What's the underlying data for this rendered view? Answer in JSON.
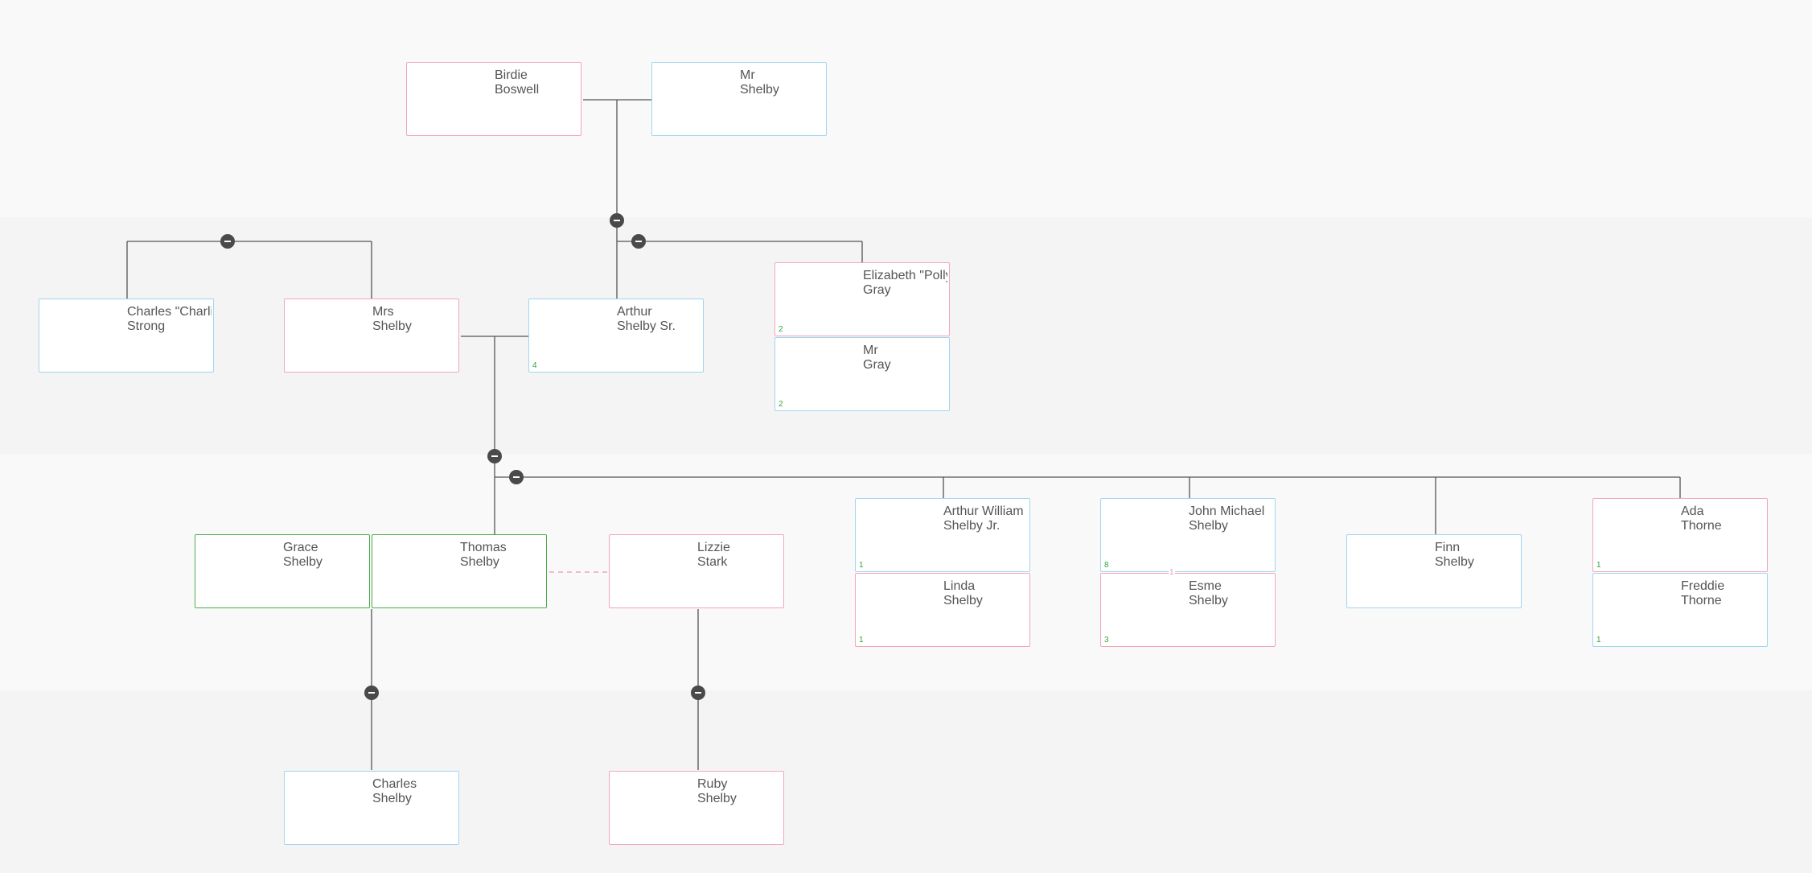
{
  "tree": {
    "people": [
      {
        "id": "birdie-boswell",
        "name": "Birdie\nBoswell",
        "gender": "female",
        "badge": ""
      },
      {
        "id": "mr-shelby",
        "name": "Mr\nShelby",
        "gender": "male",
        "badge": ""
      },
      {
        "id": "charles-strong",
        "name": "Charles \"Charlie\nStrong",
        "gender": "male",
        "badge": ""
      },
      {
        "id": "mrs-shelby",
        "name": "Mrs\nShelby",
        "gender": "female",
        "badge": ""
      },
      {
        "id": "arthur-shelby-sr",
        "name": "Arthur\nShelby Sr.",
        "gender": "male",
        "badge": "4"
      },
      {
        "id": "polly-gray",
        "name": "Elizabeth \"Polly\nGray",
        "gender": "female",
        "badge": "2"
      },
      {
        "id": "mr-gray",
        "name": "Mr\nGray",
        "gender": "male",
        "badge": "2"
      },
      {
        "id": "grace-shelby",
        "name": "Grace\nShelby",
        "gender": "green",
        "badge": ""
      },
      {
        "id": "thomas-shelby",
        "name": "Thomas\nShelby",
        "gender": "green",
        "badge": ""
      },
      {
        "id": "lizzie-stark",
        "name": "Lizzie\nStark",
        "gender": "female",
        "badge": ""
      },
      {
        "id": "arthur-william-shelby-jr",
        "name": "Arthur William\nShelby Jr.",
        "gender": "male",
        "badge": "1"
      },
      {
        "id": "linda-shelby",
        "name": "Linda\nShelby",
        "gender": "female",
        "badge": "1"
      },
      {
        "id": "john-michael-shelby",
        "name": "John Michael\nShelby",
        "gender": "male",
        "badge": "8"
      },
      {
        "id": "esme-shelby",
        "name": "Esme\nShelby",
        "gender": "female",
        "badge": "3",
        "top_badge": "1"
      },
      {
        "id": "finn-shelby",
        "name": "Finn\nShelby",
        "gender": "male",
        "badge": ""
      },
      {
        "id": "ada-thorne",
        "name": "Ada\nThorne",
        "gender": "female",
        "badge": "1"
      },
      {
        "id": "freddie-thorne",
        "name": "Freddie\nThorne",
        "gender": "male",
        "badge": "1"
      },
      {
        "id": "charles-shelby",
        "name": "Charles\nShelby",
        "gender": "male",
        "badge": ""
      },
      {
        "id": "ruby-shelby",
        "name": "Ruby\nShelby",
        "gender": "female",
        "badge": ""
      }
    ]
  },
  "colors": {
    "male_border": "#9fd6ef",
    "female_border": "#f2a6bb",
    "partner_highlight": "#4cae4c",
    "line": "#555555",
    "dashed_link": "#f2a6bb",
    "badge_text": "#37a33b",
    "toggle_button": "#4a4a4a"
  },
  "icons": {
    "collapse": "minus-circle-icon"
  }
}
